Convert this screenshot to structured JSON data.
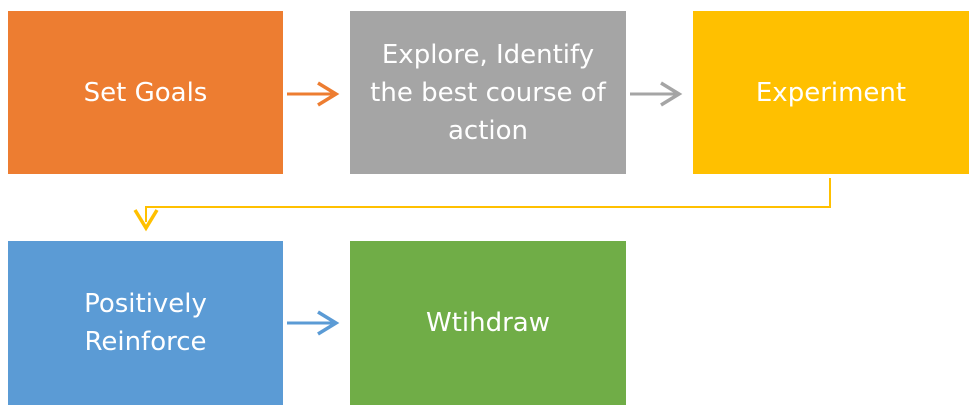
{
  "steps": [
    {
      "label": "Set Goals",
      "color": "#ED7D31"
    },
    {
      "label": "Explore, Identify the best course of action",
      "color": "#A5A5A5"
    },
    {
      "label": "Experiment",
      "color": "#FFC000"
    },
    {
      "label": "Positively Reinforce",
      "color": "#5B9BD5"
    },
    {
      "label": "Wtihdraw",
      "color": "#70AD47"
    }
  ],
  "connectors": [
    {
      "from": 0,
      "to": 1,
      "color": "#ED7D31"
    },
    {
      "from": 1,
      "to": 2,
      "color": "#A5A5A5"
    },
    {
      "from": 2,
      "to": 3,
      "color": "#FFC000"
    },
    {
      "from": 3,
      "to": 4,
      "color": "#5B9BD5"
    }
  ]
}
